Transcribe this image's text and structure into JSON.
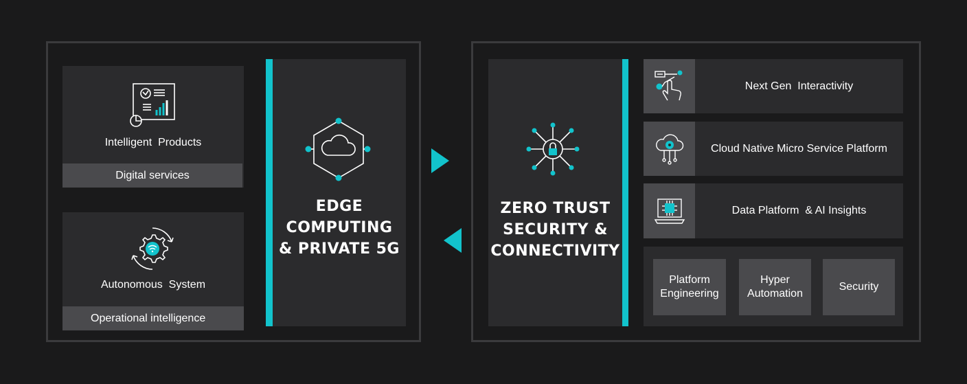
{
  "colors": {
    "accent": "#12c3cc",
    "background": "#1a1a1b",
    "card": "#2b2b2d",
    "band": "#4a4a4d"
  },
  "left_panel": {
    "intelligent_products": {
      "label": "Intelligent  Products",
      "band": "Digital services",
      "icon": "analytics-dashboard-icon"
    },
    "autonomous_system": {
      "label": "Autonomous  System",
      "band": "Operational intelligence",
      "icon": "gear-wifi-icon"
    },
    "edge": {
      "title": "EDGE\nCOMPUTING\n& PRIVATE 5G",
      "icon": "cloud-hexagon-icon"
    }
  },
  "right_panel": {
    "zero_trust": {
      "title": "ZERO TRUST\nSECURITY &\nCONNECTIVITY",
      "icon": "lock-network-icon"
    },
    "rows": [
      {
        "label": "Next Gen  Interactivity",
        "icon": "touch-screen-icon"
      },
      {
        "label": "Cloud Native Micro Service Platform",
        "icon": "cloud-gear-icon"
      },
      {
        "label": "Data Platform  & AI Insights",
        "icon": "laptop-chip-icon"
      }
    ],
    "tiles": [
      {
        "label": "Platform\nEngineering"
      },
      {
        "label": "Hyper\nAutomation"
      },
      {
        "label": "Security"
      }
    ]
  }
}
